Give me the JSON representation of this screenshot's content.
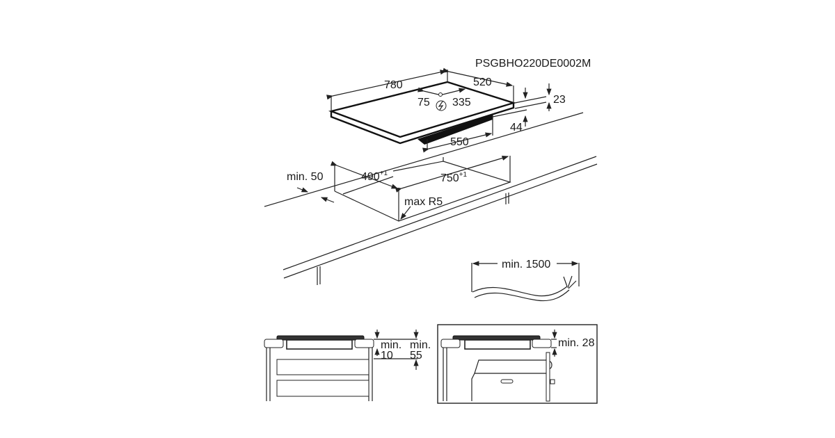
{
  "drawing_code": "PSGBHO220DE0002M",
  "hob_dimensions": {
    "width": "780",
    "depth": "520",
    "connection_offset": "75",
    "connection_depth": "335",
    "thickness": "23",
    "body_height": "44",
    "body_width": "550"
  },
  "cutout": {
    "min_edge": "min. 50",
    "depth": "490",
    "depth_tolerance": "+1",
    "width": "750",
    "width_tolerance": "+1",
    "radius": "max R5"
  },
  "cable": {
    "min_length": "min. 1500"
  },
  "side_view_drawers": {
    "min_label_a": "min.",
    "min_value_a": "10",
    "min_label_b": "min.",
    "min_value_b": "55"
  },
  "side_view_oven": {
    "clearance": "min. 28"
  },
  "icons": {
    "power": "lightning-circle-icon"
  }
}
